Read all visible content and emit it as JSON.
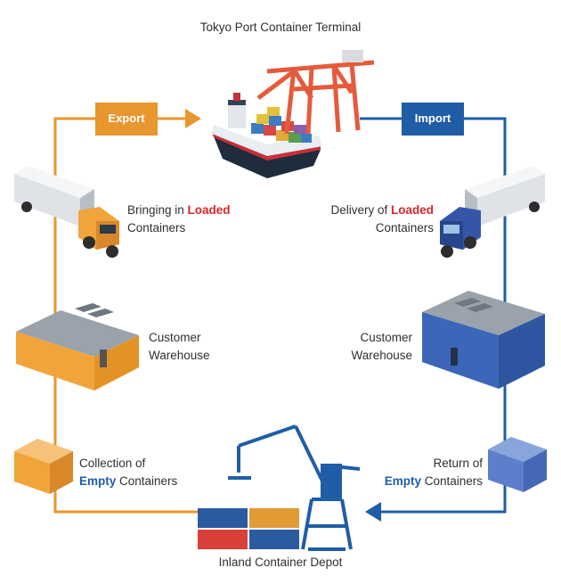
{
  "title": "Tokyo Port Container Terminal",
  "bottom_label": "Inland Container Depot",
  "export_label": "Export",
  "import_label": "Import",
  "left_steps": {
    "bringing": {
      "pre": "Bringing in ",
      "highlight": "Loaded",
      "post": "Containers"
    },
    "warehouse": {
      "line1": "Customer",
      "line2": "Warehouse"
    },
    "collection": {
      "pre": "Collection of",
      "highlight": "Empty",
      "post": " Containers"
    }
  },
  "right_steps": {
    "delivery": {
      "pre": "Delivery of ",
      "highlight": "Loaded",
      "post": "Containers"
    },
    "warehouse": {
      "line1": "Customer",
      "line2": "Warehouse"
    },
    "return": {
      "pre": "Return of",
      "highlight": "Empty",
      "post": " Containers"
    }
  },
  "colors": {
    "export": "#e8962e",
    "import": "#1f5da6",
    "loaded": "#d7262b",
    "empty": "#1f5da6"
  }
}
